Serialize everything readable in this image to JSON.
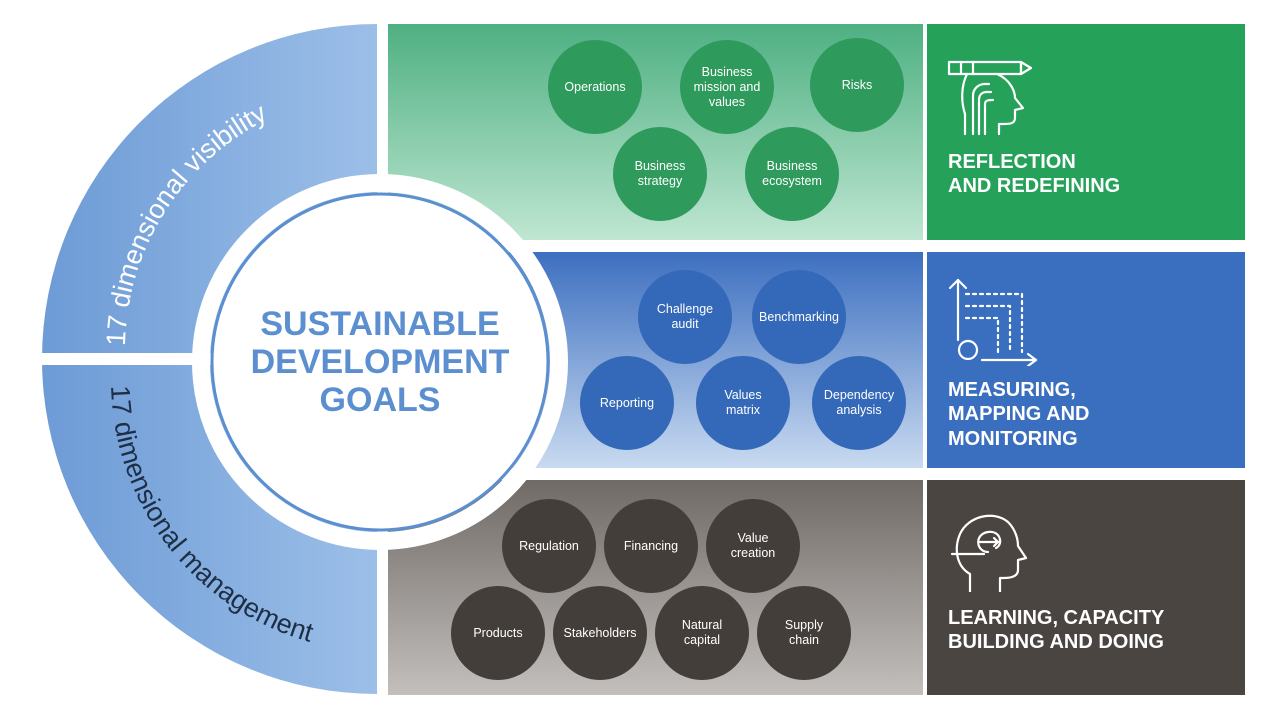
{
  "colors": {
    "green": "#25a159",
    "blue": "#3a6fbf",
    "dark": "#4b4542",
    "arc": "#6f9fd8",
    "center_text": "#5b8fd0"
  },
  "arc": {
    "top_label": "17 dimensional visibility",
    "bottom_label": "17 dimensional management"
  },
  "center": {
    "title": "SUSTAINABLE\nDEVELOPMENT\nGOALS"
  },
  "rows": [
    {
      "label": "REFLECTION\nAND REDEFINING",
      "icon": "head-pencil-icon",
      "bubbles": [
        "Operations",
        "Business\nmission and\nvalues",
        "Risks",
        "Business\nstrategy",
        "Business\necosystem"
      ]
    },
    {
      "label": "MEASURING,\nMAPPING AND\nMONITORING",
      "icon": "dotted-path-icon",
      "bubbles": [
        "Challenge\naudit",
        "Benchmarking",
        "Reporting",
        "Values\nmatrix",
        "Dependency\nanalysis"
      ]
    },
    {
      "label": "LEARNING,  CAPACITY\nBUILDING AND DOING",
      "icon": "head-mind-icon",
      "bubbles": [
        "Regulation",
        "Financing",
        "Value\ncreation",
        "Products",
        "Stakeholders",
        "Natural\ncapital",
        "Supply\nchain"
      ]
    }
  ]
}
